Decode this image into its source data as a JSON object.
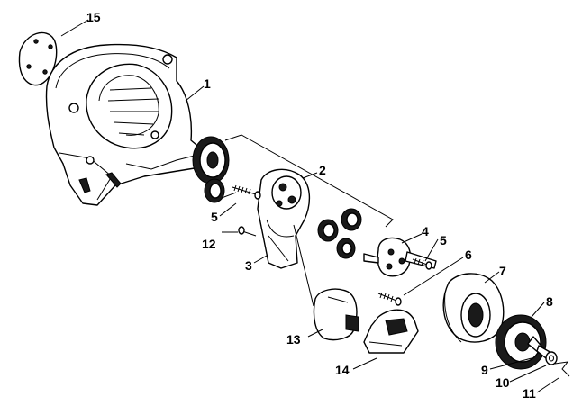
{
  "callouts": [
    {
      "id": "1",
      "label": "1"
    },
    {
      "id": "2",
      "label": "2"
    },
    {
      "id": "3",
      "label": "3"
    },
    {
      "id": "4",
      "label": "4"
    },
    {
      "id": "5a",
      "label": "5"
    },
    {
      "id": "5b",
      "label": "5"
    },
    {
      "id": "6",
      "label": "6"
    },
    {
      "id": "7",
      "label": "7"
    },
    {
      "id": "8",
      "label": "8"
    },
    {
      "id": "9",
      "label": "9"
    },
    {
      "id": "10",
      "label": "10"
    },
    {
      "id": "11",
      "label": "11"
    },
    {
      "id": "12",
      "label": "12"
    },
    {
      "id": "13",
      "label": "13"
    },
    {
      "id": "14",
      "label": "14"
    },
    {
      "id": "15",
      "label": "15"
    }
  ]
}
